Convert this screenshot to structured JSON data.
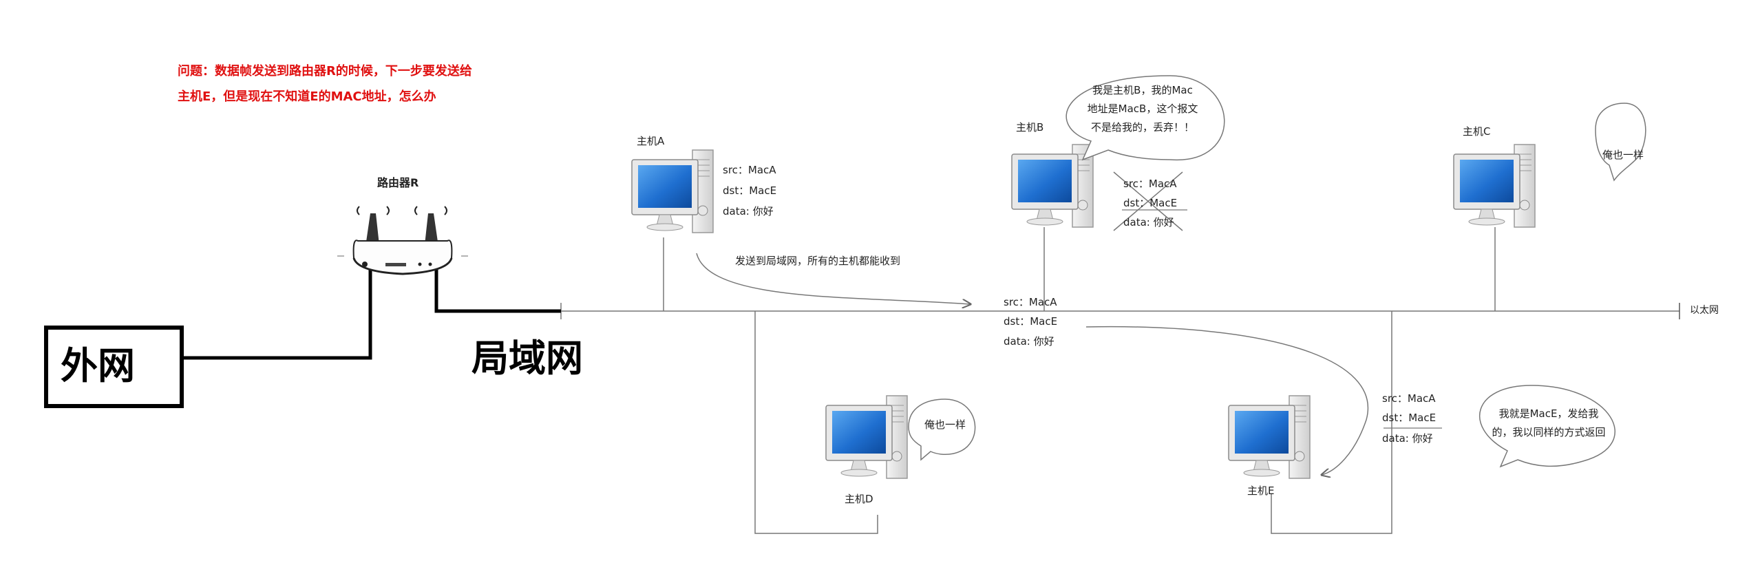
{
  "question": {
    "line1": "问题：数据帧发送到路由器R的时候，下一步要发送给",
    "line2": "主机E，但是现在不知道E的MAC地址，怎么办"
  },
  "router": {
    "label": "路由器R"
  },
  "labels": {
    "wan": "外网",
    "lan": "局域网",
    "ethernet": "以太网",
    "broadcast_note": "发送到局域网，所有的主机都能收到"
  },
  "hosts": {
    "A": {
      "name": "主机A"
    },
    "B": {
      "name": "主机B",
      "speech": "我是主机B，我的Mac\n地址是MacB，这个报文\n不是给我的，丢弃！！"
    },
    "C": {
      "name": "主机C",
      "speech": "俺也一样"
    },
    "D": {
      "name": "主机D",
      "speech": "俺也一样"
    },
    "E": {
      "name": "主机E",
      "speech": "我就是MacE，发给我\n的，我以同样的方式返回"
    }
  },
  "frame": {
    "src": "src：MacA",
    "dst": "dst：MacE",
    "data": "data: 你好"
  },
  "colors": {
    "question_text": "#e01010",
    "screen_blue": "#1f6fd0",
    "line": "#555555",
    "thick_line": "#000000"
  }
}
